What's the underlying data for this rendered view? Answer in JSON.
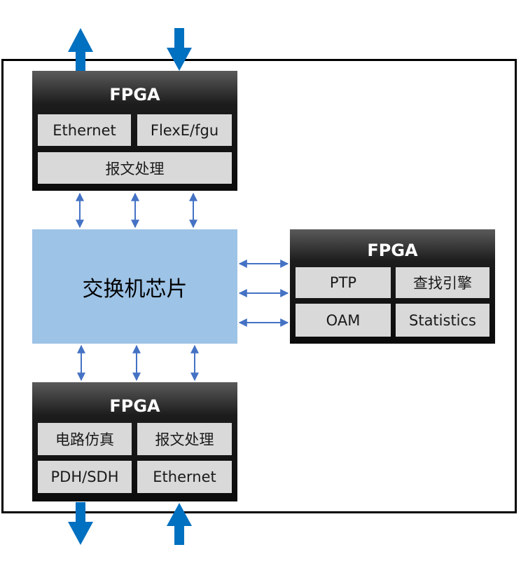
{
  "colors": {
    "frame_border": "#000000",
    "fpga_dark": "#0b0b0b",
    "cell_gray": "#d9d9d9",
    "chip_blue": "#9dc3e6",
    "connector_blue": "#4472c4",
    "io_arrow_blue": "#0070c0"
  },
  "chip": {
    "label": "交换机芯片"
  },
  "fpga_top": {
    "title": "FPGA",
    "cells": [
      "Ethernet",
      "FlexE/fgu",
      "报文处理"
    ]
  },
  "fpga_right": {
    "title": "FPGA",
    "cells": [
      "PTP",
      "查找引擎",
      "OAM",
      "Statistics"
    ]
  },
  "fpga_bottom": {
    "title": "FPGA",
    "cells": [
      "电路仿真",
      "报文处理",
      "PDH/SDH",
      "Ethernet"
    ]
  },
  "io_arrows": [
    {
      "icon": "arrow-up-icon",
      "direction": "up"
    },
    {
      "icon": "arrow-down-icon",
      "direction": "down"
    },
    {
      "icon": "arrow-down-icon",
      "direction": "down"
    },
    {
      "icon": "arrow-up-icon",
      "direction": "up"
    }
  ]
}
